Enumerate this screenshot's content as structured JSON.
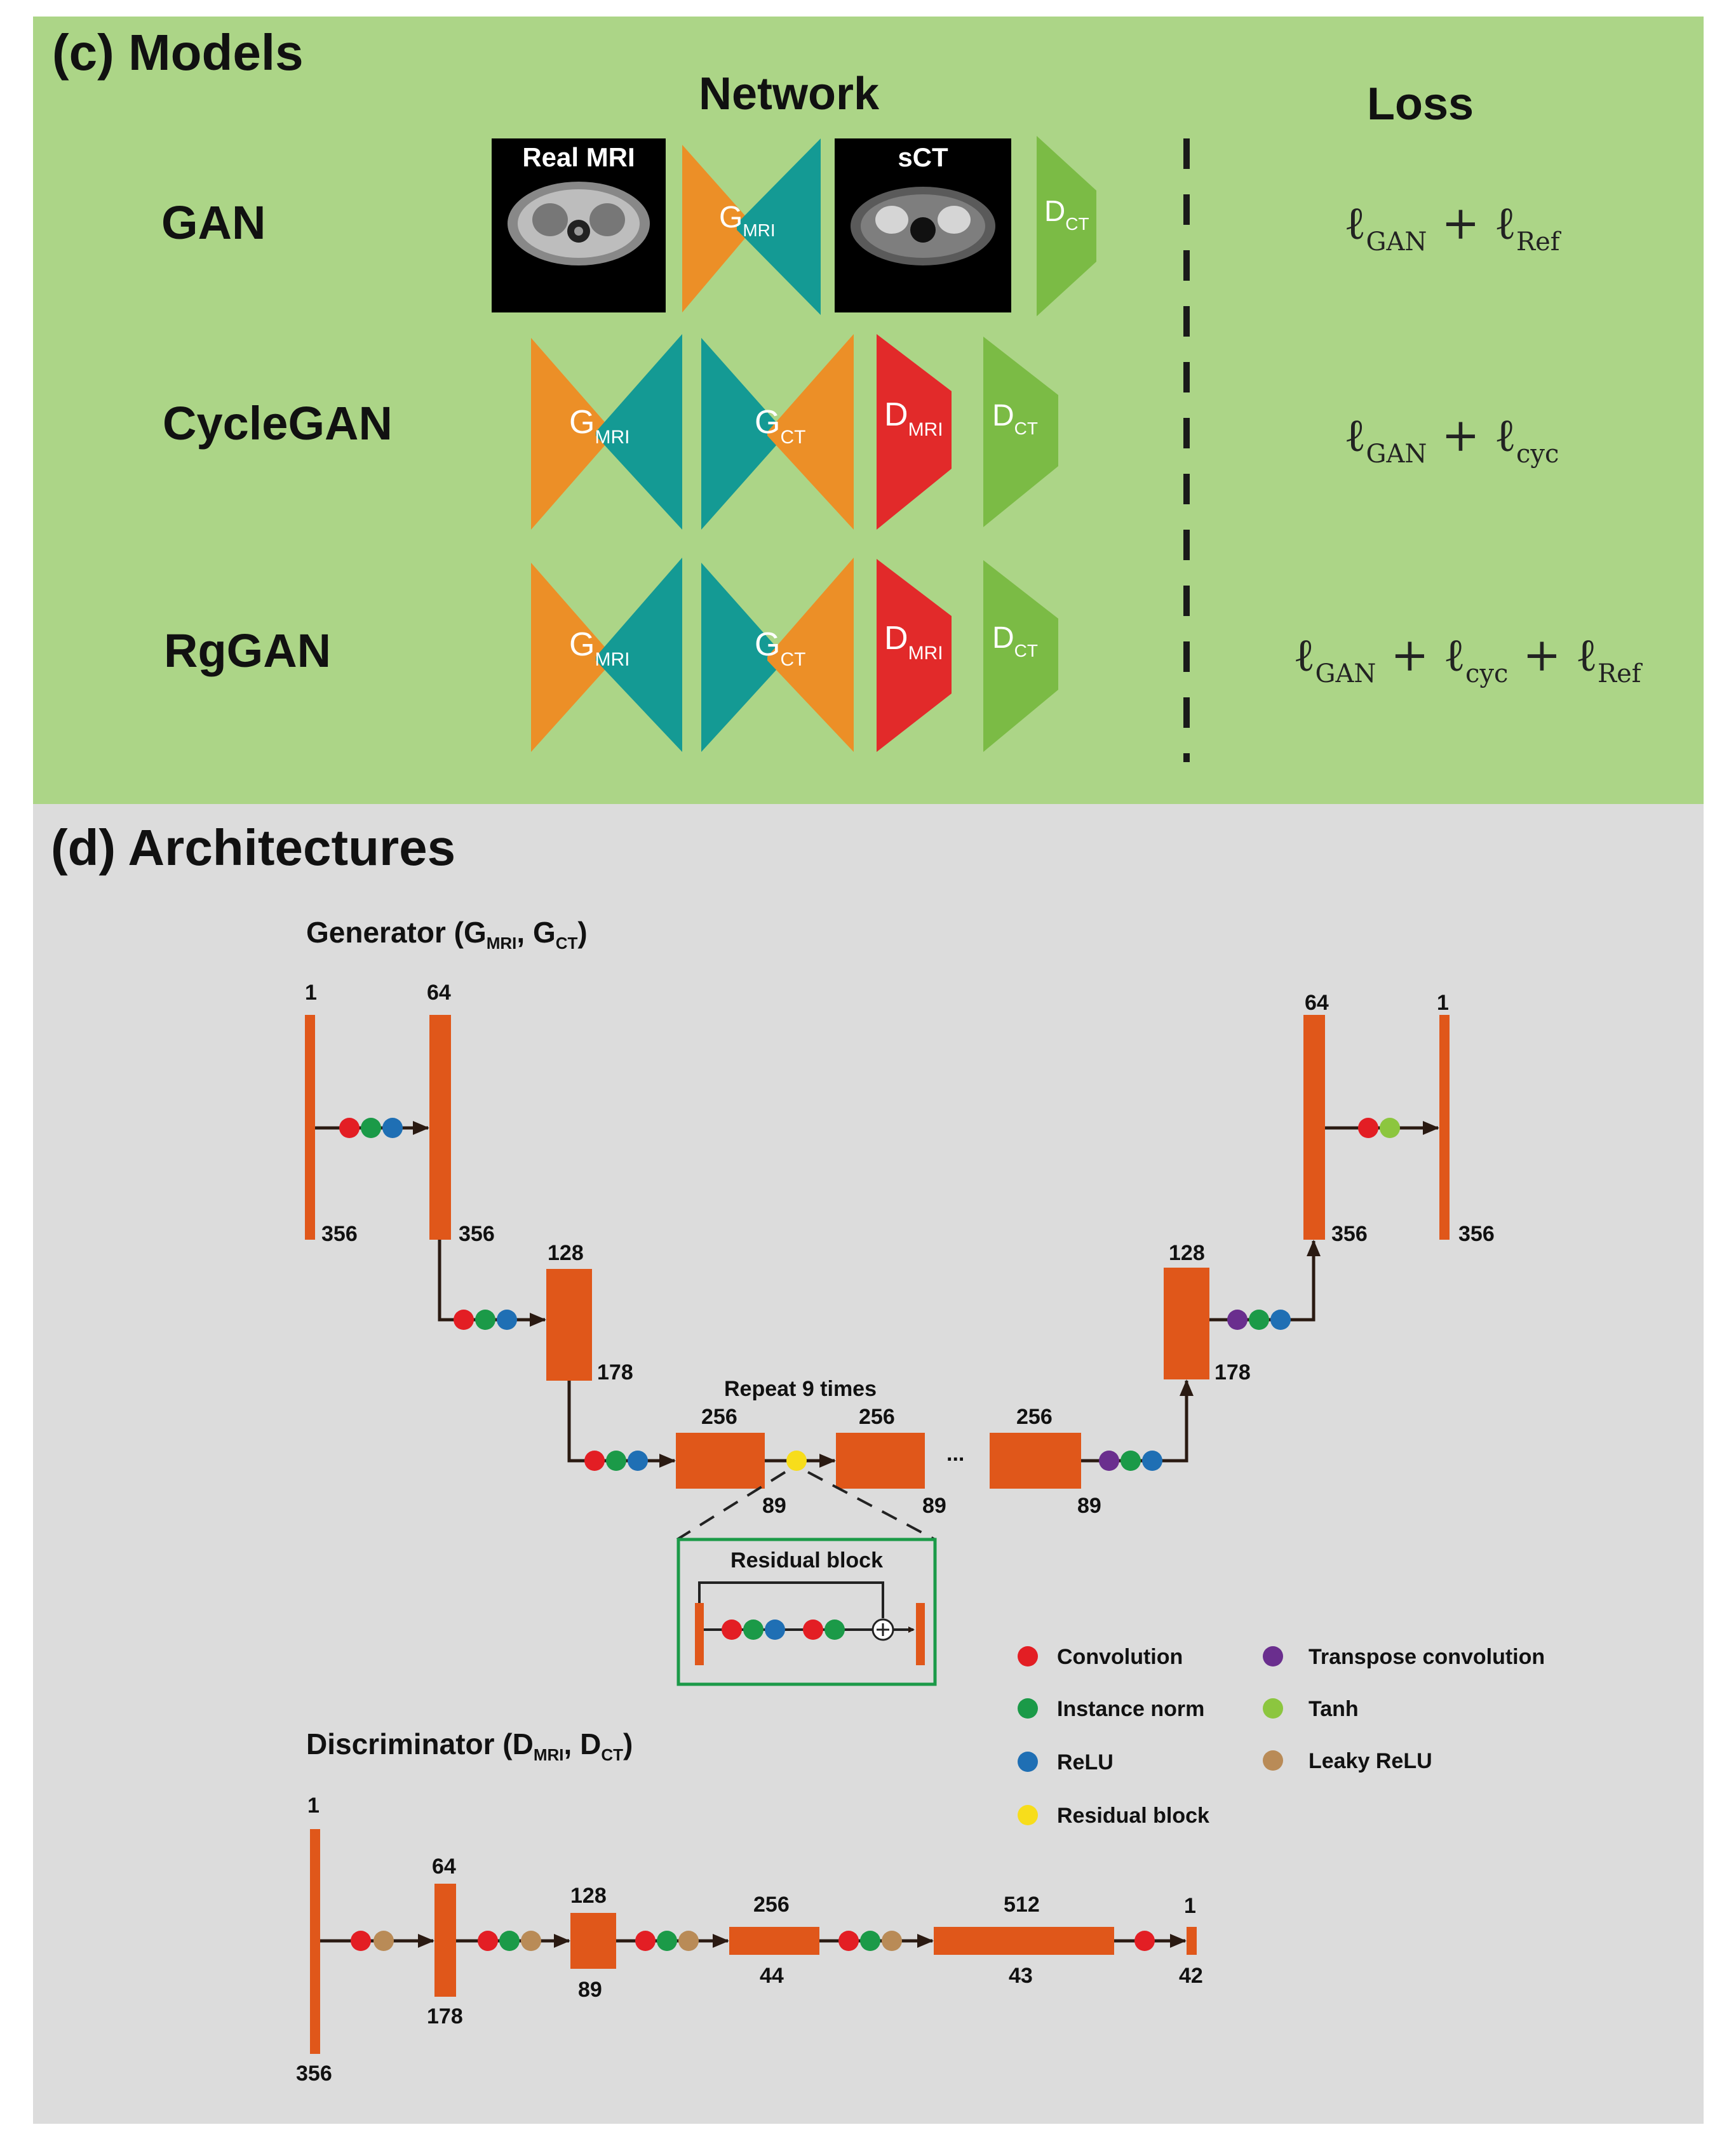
{
  "colors": {
    "models_bg": "#acd587",
    "arch_bg": "#dcdcdc",
    "orange": "#ec8f27",
    "teal": "#149a94",
    "red": "#e22a2a",
    "green_light": "#7bbb45",
    "layer": "#e0571a",
    "conv": "#e31e24",
    "inorm": "#1b9a48",
    "relu": "#1f6fb4",
    "resblock": "#f7dd1b",
    "tconv": "#6a2e8e",
    "tanh": "#8cc63f",
    "lrelu": "#b98b57"
  },
  "models": {
    "heading": "(c) Models",
    "network_title": "Network",
    "loss_title": "Loss",
    "rows": [
      {
        "name": "GAN",
        "loss": {
          "parts": [
            [
              "ℓ",
              "GAN"
            ],
            [
              "ℓ",
              "Ref"
            ]
          ]
        }
      },
      {
        "name": "CycleGAN",
        "loss": {
          "parts": [
            [
              "ℓ",
              "GAN"
            ],
            [
              "ℓ",
              "cyc"
            ]
          ]
        }
      },
      {
        "name": "RgGAN",
        "loss": {
          "parts": [
            [
              "ℓ",
              "GAN"
            ],
            [
              "ℓ",
              "cyc"
            ],
            [
              "ℓ",
              "Ref"
            ]
          ]
        }
      }
    ],
    "images": {
      "real_mri_label": "Real MRI",
      "sct_label": "sCT"
    },
    "labels": {
      "G": "G",
      "D": "D",
      "mri_sub": "MRI",
      "ct_sub": "CT"
    }
  },
  "arch": {
    "heading": "(d) Architectures",
    "generator_title": {
      "main": "Generator (G",
      "sub1": "MRI",
      "sep": ", G",
      "sub2": "CT",
      "end": ")"
    },
    "discriminator_title": {
      "main": "Discriminator (D",
      "sub1": "MRI",
      "sep": ", D",
      "sub2": "CT",
      "end": ")"
    },
    "generator_labels": {
      "in_ch": "1",
      "in_size": "356",
      "l1_ch": "64",
      "l1_size": "356",
      "l2_ch": "128",
      "l2_size": "178",
      "r1_ch": "256",
      "r1_size": "89",
      "r2_ch": "256",
      "r2_size": "89",
      "r3_ch": "256",
      "r3_size": "89",
      "u1_ch": "128",
      "u1_size": "178",
      "u2_ch": "64",
      "u2_size": "356",
      "out_ch": "1",
      "out_size": "356",
      "repeat": "Repeat 9 times",
      "ellipsis": "...",
      "residual_block": "Residual block"
    },
    "discriminator_labels": {
      "in_ch": "1",
      "in_size": "356",
      "d1_ch": "64",
      "d1_size": "178",
      "d2_ch": "128",
      "d2_size": "89",
      "d3_ch": "256",
      "d3_size": "44",
      "d4_ch": "512",
      "d4_size": "43",
      "out_ch": "1",
      "out_size": "42"
    },
    "legend": [
      {
        "label": "Convolution",
        "color_key": "conv"
      },
      {
        "label": "Instance norm",
        "color_key": "inorm"
      },
      {
        "label": "ReLU",
        "color_key": "relu"
      },
      {
        "label": "Residual block",
        "color_key": "resblock"
      },
      {
        "label": "Transpose convolution",
        "color_key": "tconv"
      },
      {
        "label": "Tanh",
        "color_key": "tanh"
      },
      {
        "label": "Leaky ReLU",
        "color_key": "lrelu"
      }
    ]
  }
}
